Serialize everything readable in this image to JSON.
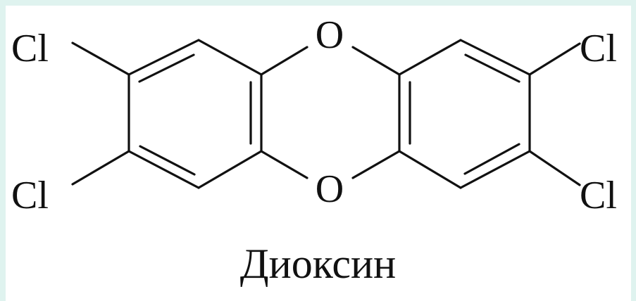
{
  "atoms": {
    "cl_top_left": "Cl",
    "cl_bottom_left": "Cl",
    "cl_top_right": "Cl",
    "cl_bottom_right": "Cl",
    "o_top": "O",
    "o_bottom": "O"
  },
  "caption": "Диоксин"
}
